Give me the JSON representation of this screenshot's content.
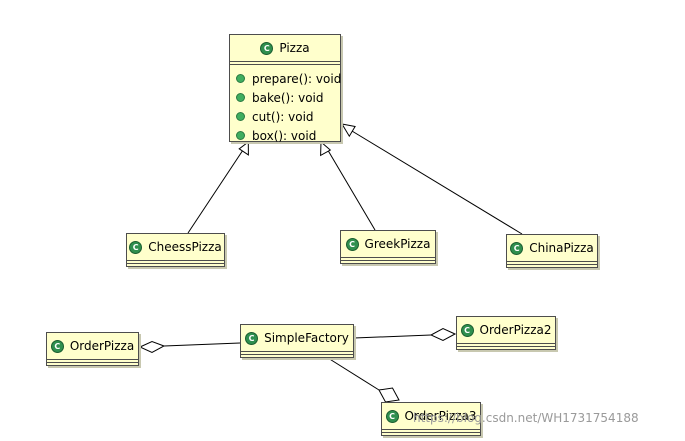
{
  "colors": {
    "class_fill": "#ffffcc",
    "class_border": "#4d4d4d",
    "class_icon": "#2f8f4e",
    "method_icon": "#3fae5f",
    "line": "#000000"
  },
  "class_icon_glyph": "C",
  "classes": {
    "pizza": {
      "name": "Pizza",
      "methods": [
        "prepare(): void",
        "bake(): void",
        "cut(): void",
        "box(): void"
      ]
    },
    "cheess_pizza": {
      "name": "CheessPizza"
    },
    "greek_pizza": {
      "name": "GreekPizza"
    },
    "china_pizza": {
      "name": "ChinaPizza"
    },
    "order_pizza": {
      "name": "OrderPizza"
    },
    "simple_factory": {
      "name": "SimpleFactory"
    },
    "order_pizza2": {
      "name": "OrderPizza2"
    },
    "order_pizza3": {
      "name": "OrderPizza3"
    }
  },
  "relations": [
    {
      "type": "generalization",
      "from": "cheess_pizza",
      "to": "pizza"
    },
    {
      "type": "generalization",
      "from": "greek_pizza",
      "to": "pizza"
    },
    {
      "type": "generalization",
      "from": "china_pizza",
      "to": "pizza"
    },
    {
      "type": "aggregation",
      "whole": "order_pizza",
      "part": "simple_factory"
    },
    {
      "type": "aggregation",
      "whole": "order_pizza2",
      "part": "simple_factory"
    },
    {
      "type": "aggregation",
      "whole": "order_pizza3",
      "part": "simple_factory"
    }
  ],
  "watermark": "https://blog.csdn.net/WH1731754188"
}
